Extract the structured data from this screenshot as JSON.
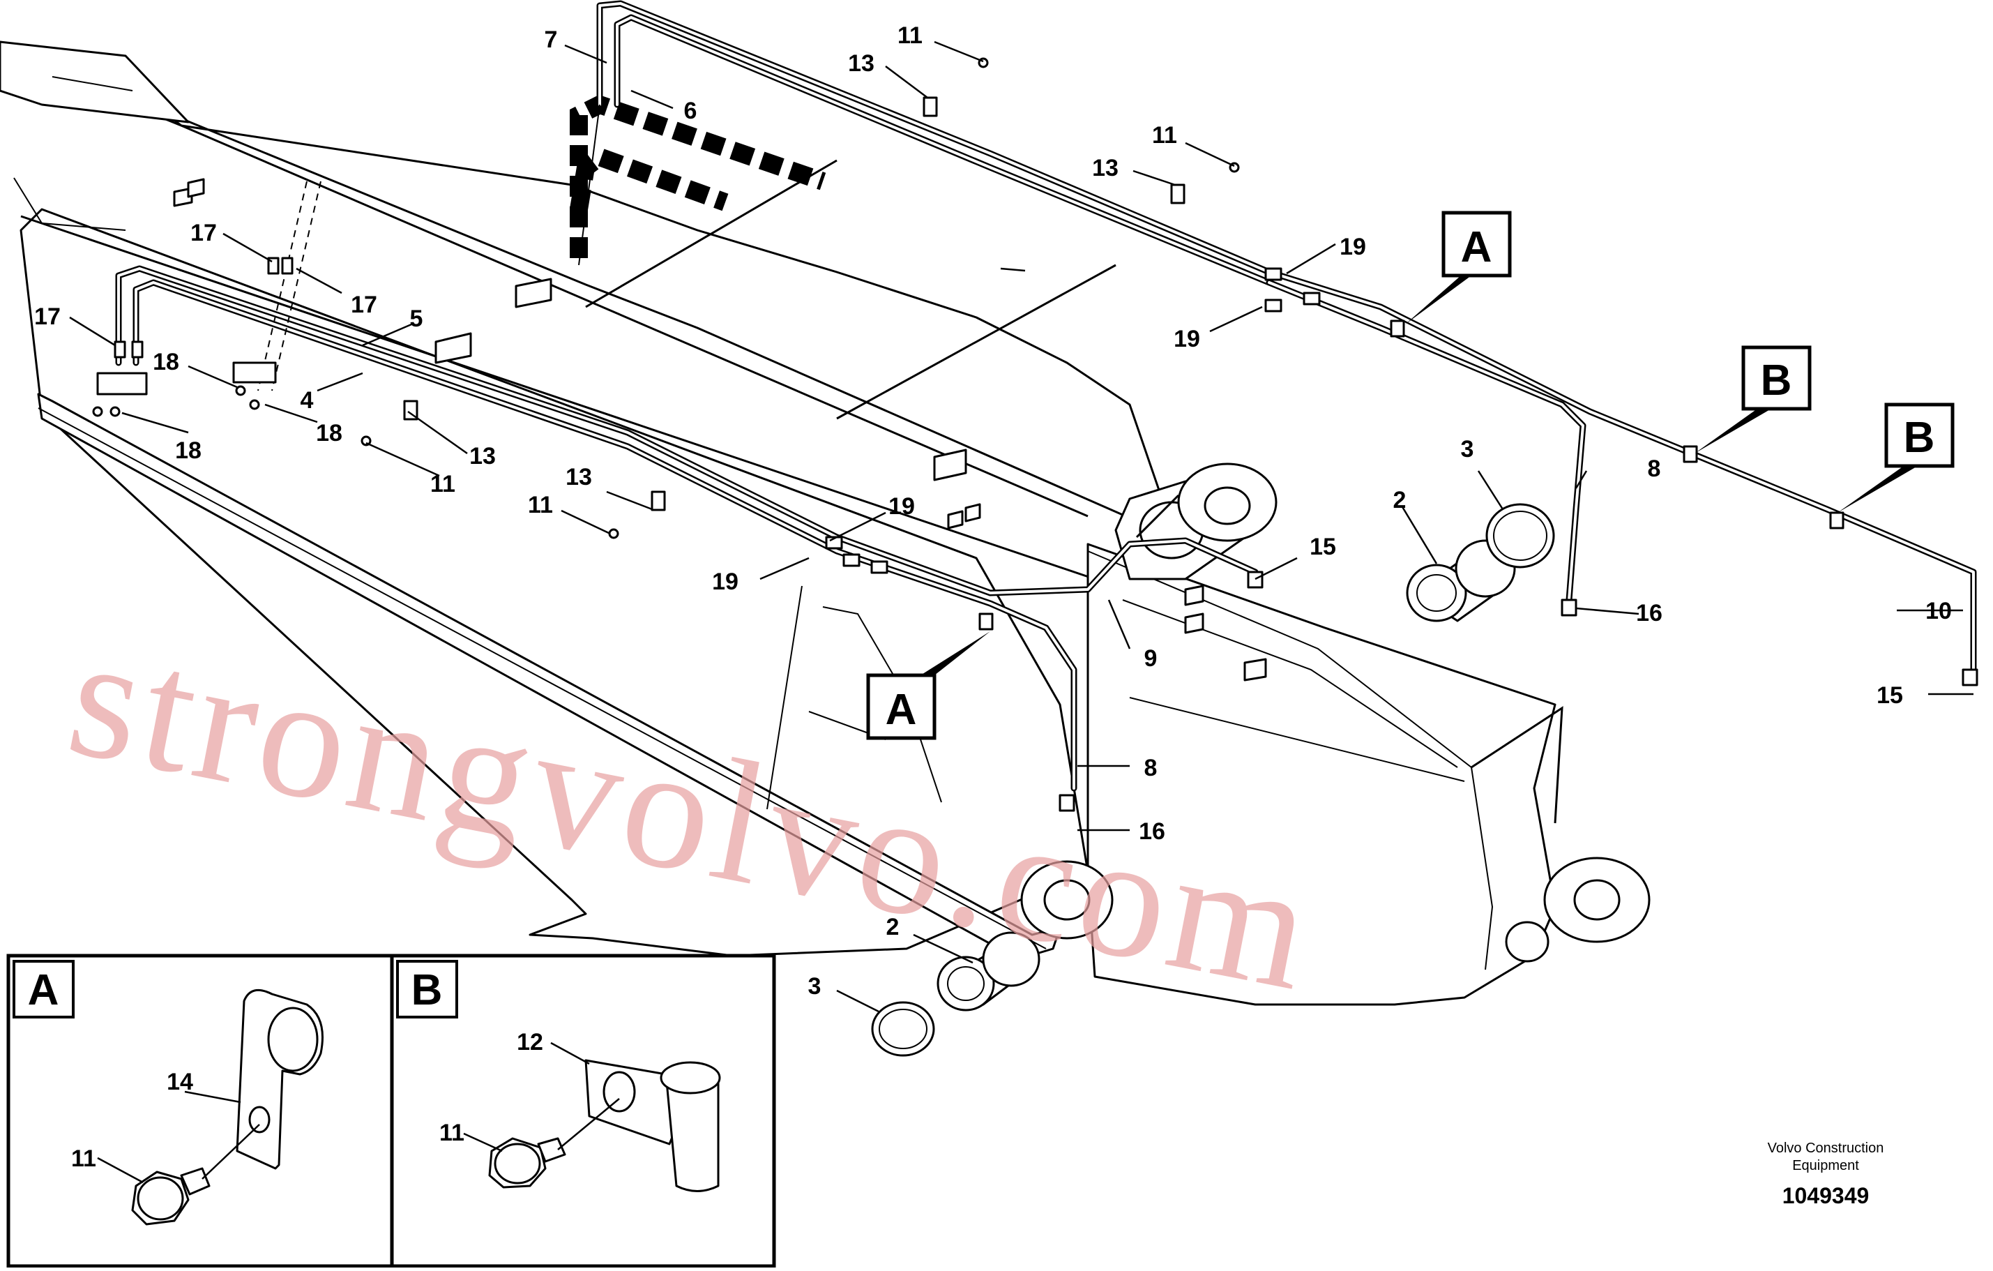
{
  "callouts": [
    {
      "id": "c7",
      "text": "7"
    },
    {
      "id": "c6",
      "text": "6"
    },
    {
      "id": "c11a",
      "text": "11"
    },
    {
      "id": "c13a",
      "text": "13"
    },
    {
      "id": "c11b",
      "text": "11"
    },
    {
      "id": "c13b",
      "text": "13"
    },
    {
      "id": "c19a",
      "text": "19"
    },
    {
      "id": "c19b",
      "text": "19"
    },
    {
      "id": "c17a",
      "text": "17"
    },
    {
      "id": "c17b",
      "text": "17"
    },
    {
      "id": "c17c",
      "text": "17"
    },
    {
      "id": "c5",
      "text": "5"
    },
    {
      "id": "c18a",
      "text": "18"
    },
    {
      "id": "c4",
      "text": "4"
    },
    {
      "id": "c18b",
      "text": "18"
    },
    {
      "id": "c18c",
      "text": "18"
    },
    {
      "id": "c13c",
      "text": "13"
    },
    {
      "id": "c11c",
      "text": "11"
    },
    {
      "id": "c13d",
      "text": "13"
    },
    {
      "id": "c11d",
      "text": "11"
    },
    {
      "id": "c19c",
      "text": "19"
    },
    {
      "id": "c19d",
      "text": "19"
    },
    {
      "id": "c3a",
      "text": "3"
    },
    {
      "id": "c8a",
      "text": "8"
    },
    {
      "id": "c2a",
      "text": "2"
    },
    {
      "id": "c15a",
      "text": "15"
    },
    {
      "id": "c16a",
      "text": "16"
    },
    {
      "id": "c10",
      "text": "10"
    },
    {
      "id": "c15b",
      "text": "15"
    },
    {
      "id": "c9",
      "text": "9"
    },
    {
      "id": "c8b",
      "text": "8"
    },
    {
      "id": "c16b",
      "text": "16"
    },
    {
      "id": "c2b",
      "text": "2"
    },
    {
      "id": "c3b",
      "text": "3"
    },
    {
      "id": "c14",
      "text": "14"
    },
    {
      "id": "c11e",
      "text": "11"
    },
    {
      "id": "c12",
      "text": "12"
    },
    {
      "id": "c11f",
      "text": "11"
    }
  ],
  "view_markers": {
    "a_top": "A",
    "b_mid": "B",
    "b_right": "B",
    "a_bottom": "A"
  },
  "detail_boxes": {
    "a_label": "A",
    "b_label": "B"
  },
  "watermark": "strongvolvo.com",
  "footer": {
    "company_line1": "Volvo Construction",
    "company_line2": "Equipment",
    "drawing_number": "1049349"
  }
}
